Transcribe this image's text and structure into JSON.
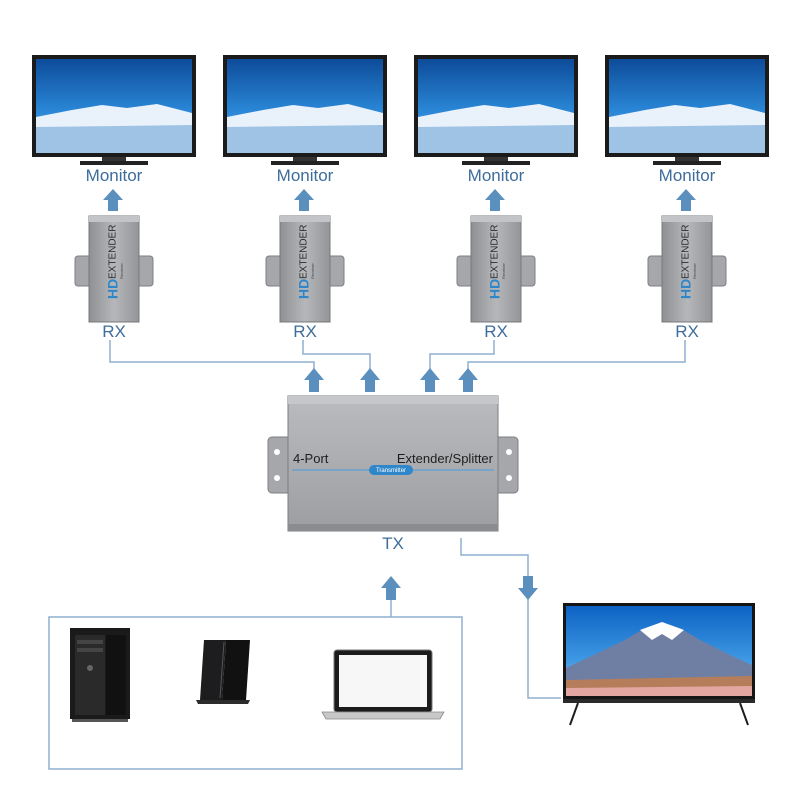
{
  "monitors": [
    {
      "label": "Monitor"
    },
    {
      "label": "Monitor"
    },
    {
      "label": "Monitor"
    },
    {
      "label": "Monitor"
    }
  ],
  "receivers": [
    {
      "label": "RX",
      "brand_mark": "HD",
      "brand_word": "EXTENDER",
      "sub_word": "Receiver"
    },
    {
      "label": "RX",
      "brand_mark": "HD",
      "brand_word": "EXTENDER",
      "sub_word": "Receiver"
    },
    {
      "label": "RX",
      "brand_mark": "HD",
      "brand_word": "EXTENDER",
      "sub_word": "Receiver"
    },
    {
      "label": "RX",
      "brand_mark": "HD",
      "brand_word": "EXTENDER",
      "sub_word": "Receiver"
    }
  ],
  "transmitter": {
    "label": "TX",
    "text_left": "4-Port",
    "text_right": "Extender/Splitter",
    "badge": "Transmitter"
  },
  "sources": [
    {
      "icon": "desktop-tower-icon"
    },
    {
      "icon": "game-console-icon"
    },
    {
      "icon": "laptop-icon"
    }
  ],
  "colors": {
    "arrow": "#5b8fbd",
    "line": "#8fb0cf",
    "label": "#3d6d9a",
    "device_body": "#a7a9ac",
    "brand_blue": "#2f86c9"
  }
}
